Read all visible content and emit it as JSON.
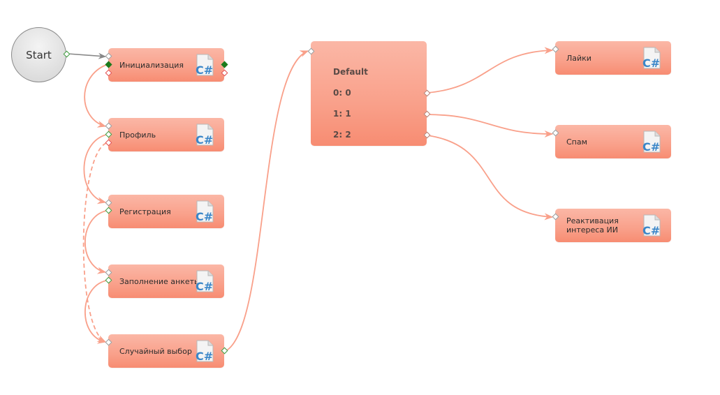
{
  "diagram": {
    "start": {
      "label": "Start"
    },
    "nodes": [
      {
        "id": "init",
        "label": "Инициализация",
        "icon": "csharp-file-icon"
      },
      {
        "id": "profile",
        "label": "Профиль",
        "icon": "csharp-file-icon"
      },
      {
        "id": "registration",
        "label": "Регистрация",
        "icon": "csharp-file-icon"
      },
      {
        "id": "questionnaire",
        "label": "Заполнение анкеты",
        "icon": "csharp-file-icon"
      },
      {
        "id": "random",
        "label": "Случайный выбор",
        "icon": "csharp-file-icon"
      },
      {
        "id": "likes",
        "label": "Лайки",
        "icon": "csharp-file-icon"
      },
      {
        "id": "spam",
        "label": "Спам",
        "icon": "csharp-file-icon"
      },
      {
        "id": "reactivation",
        "label": "Реактивация интереса ИИ",
        "label_line1": "Реактивация",
        "label_line2": "интереса ИИ",
        "icon": "csharp-file-icon"
      }
    ],
    "switch": {
      "id": "switch",
      "rows": [
        "Default",
        "0: 0",
        "1: 1",
        "2: 2"
      ]
    },
    "edges": [
      {
        "from": "start",
        "to": "init",
        "style": "solid",
        "color": "#888888"
      },
      {
        "from": "init",
        "to": "profile",
        "style": "solid"
      },
      {
        "from": "profile",
        "to": "registration",
        "style": "solid"
      },
      {
        "from": "profile",
        "to": "random",
        "style": "dashed"
      },
      {
        "from": "registration",
        "to": "questionnaire",
        "style": "solid"
      },
      {
        "from": "questionnaire",
        "to": "random",
        "style": "solid"
      },
      {
        "from": "random",
        "to": "switch",
        "style": "solid"
      },
      {
        "from": "switch.0",
        "to": "likes",
        "style": "solid"
      },
      {
        "from": "switch.1",
        "to": "spam",
        "style": "solid"
      },
      {
        "from": "switch.2",
        "to": "reactivation",
        "style": "solid"
      }
    ],
    "colors": {
      "edge": "#f9a08a",
      "node_top": "#fbb7a6",
      "node_bottom": "#f78c72",
      "port_success": "#1c7a1c",
      "port_error": "#e24a4a"
    }
  }
}
